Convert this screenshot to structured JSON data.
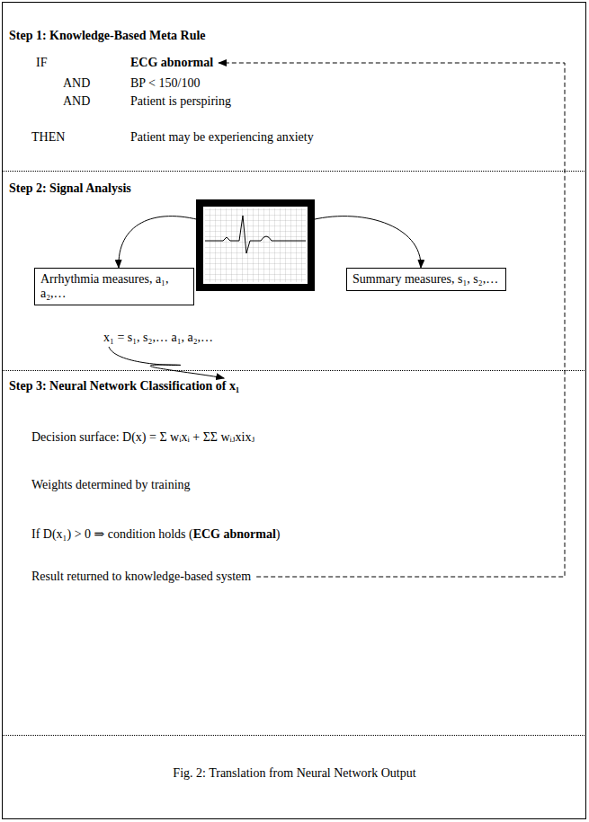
{
  "diagram": {
    "caption": "Fig. 2:  Translation from Neural Network Output",
    "nodes": [
      {
        "text": [
          "Step 1:  Knowledge-Based Meta Rule",
          "IF",
          "ECG abnormal",
          "AND",
          "BP < 150/100",
          "AND",
          "Patient is perspiring",
          "THEN",
          "Patient may be experiencing anxiety"
        ]
      },
      {
        "text": [
          "Step 2:  Signal Analysis",
          "x₁ =  s₁, s₂,… a₁, a₂,…"
        ]
      },
      {
        "text": [
          "Arrhythmia measures, a₁, a₂,…"
        ],
        "in": 1
      },
      {
        "text": [
          "Summary measures, s₁, s₂,…"
        ],
        "in": 1
      },
      {
        "text": [
          "Step 3:  Neural Network Classification of x₁",
          "Decision surface:  D(x) = Σ wᵢxᵢ + ΣΣ wᵢⱼxixⱼ",
          "Weights determined by training",
          "If D(x₁) > 0  ⇒ condition holds (ECG abnormal)",
          "Result returned to knowledge-based system"
        ]
      }
    ],
    "edges": [
      {
        "from": 4,
        "to": 0,
        "arrow": "to"
      }
    ]
  }
}
